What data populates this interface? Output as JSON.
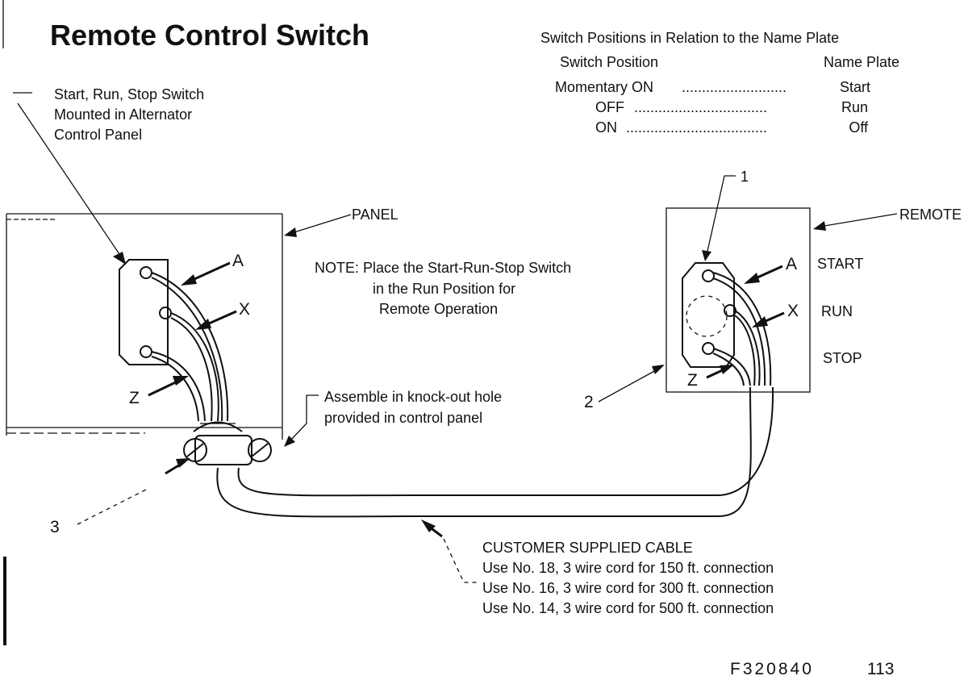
{
  "title": "Remote Control Switch",
  "switch_table": {
    "heading": "Switch Positions in Relation to the Name Plate",
    "col_switch": "Switch Position",
    "col_plate": "Name Plate",
    "rows": [
      {
        "position": "Momentary ON",
        "dots": "..........................",
        "plate": "Start"
      },
      {
        "position": "OFF",
        "dots": ".................................",
        "plate": "Run"
      },
      {
        "position": "ON",
        "dots": "...................................",
        "plate": "Off"
      }
    ]
  },
  "callout_switch": [
    "Start, Run, Stop Switch",
    "Mounted in Alternator",
    "Control Panel"
  ],
  "panel_label": "PANEL",
  "remote_label": "REMOTE",
  "label_1": "1",
  "note": [
    "NOTE: Place the Start-Run-Stop Switch",
    "in the Run Position for",
    "Remote Operation"
  ],
  "panel_wires": {
    "a": "A",
    "x": "X",
    "z": "Z"
  },
  "remote_wires": {
    "a": "A",
    "x": "X",
    "z": "Z"
  },
  "remote_positions": [
    "START",
    "RUN",
    "STOP"
  ],
  "assemble": [
    "Assemble in knock-out hole",
    "provided in control panel"
  ],
  "label_2": "2",
  "label_3": "3",
  "cable": {
    "heading": "CUSTOMER SUPPLIED CABLE",
    "lines": [
      "Use No. 18, 3 wire cord for 150 ft. connection",
      "Use No. 16, 3 wire cord for 300 ft. connection",
      "Use No. 14, 3 wire cord for 500 ft. connection"
    ]
  },
  "figure_code": "F320840",
  "page_code": "113"
}
